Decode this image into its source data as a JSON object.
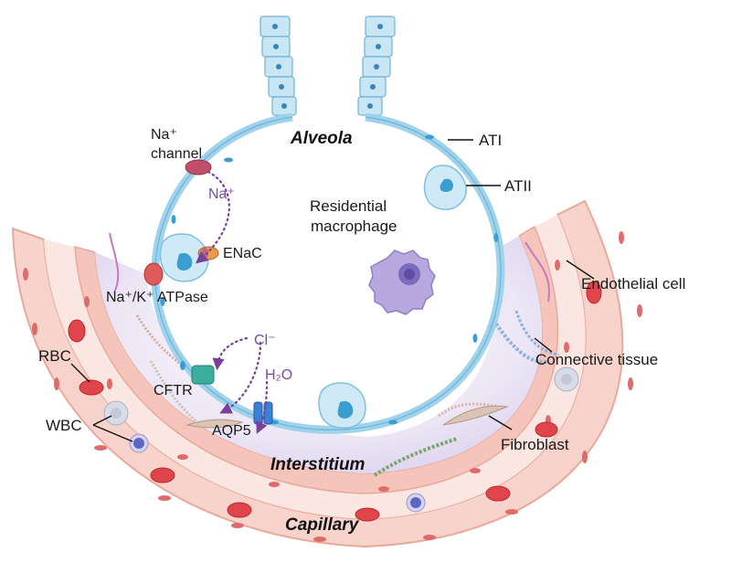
{
  "diagram": {
    "labels": {
      "alveola": "Alveola",
      "interstitium": "Interstitium",
      "capillary": "Capillary",
      "ati": "ATI",
      "atii": "ATII",
      "residential_macrophage_line1": "Residential",
      "residential_macrophage_line2": "macrophage",
      "endothelial_cell": "Endothelial cell",
      "connective_tissue": "Connective tissue",
      "fibroblast": "Fibroblast",
      "rbc": "RBC",
      "wbc": "WBC",
      "na_channel_line1": "Na⁺",
      "na_channel_line2": "channel",
      "na_ion": "Na⁺",
      "enac": "ENaC",
      "na_k_atpase": "Na⁺/K⁺ ATPase",
      "cl_ion": "Cl⁻",
      "cftr": "CFTR",
      "h2o": "H₂O",
      "aqp5": "AQP5"
    },
    "colors": {
      "alveolar_wall": "#9fd3ec",
      "alveolar_fill": "#ffffff",
      "interstitium": "#e9e4f3",
      "capillary_wall": "#f6c9c0",
      "capillary_lumen": "#fbe6e1",
      "rbc": "#e0454b",
      "wbc_nucleus": "#5b67c2",
      "macrophage": "#b7a8dd",
      "ion_arrow": "#7a3f9a"
    }
  }
}
